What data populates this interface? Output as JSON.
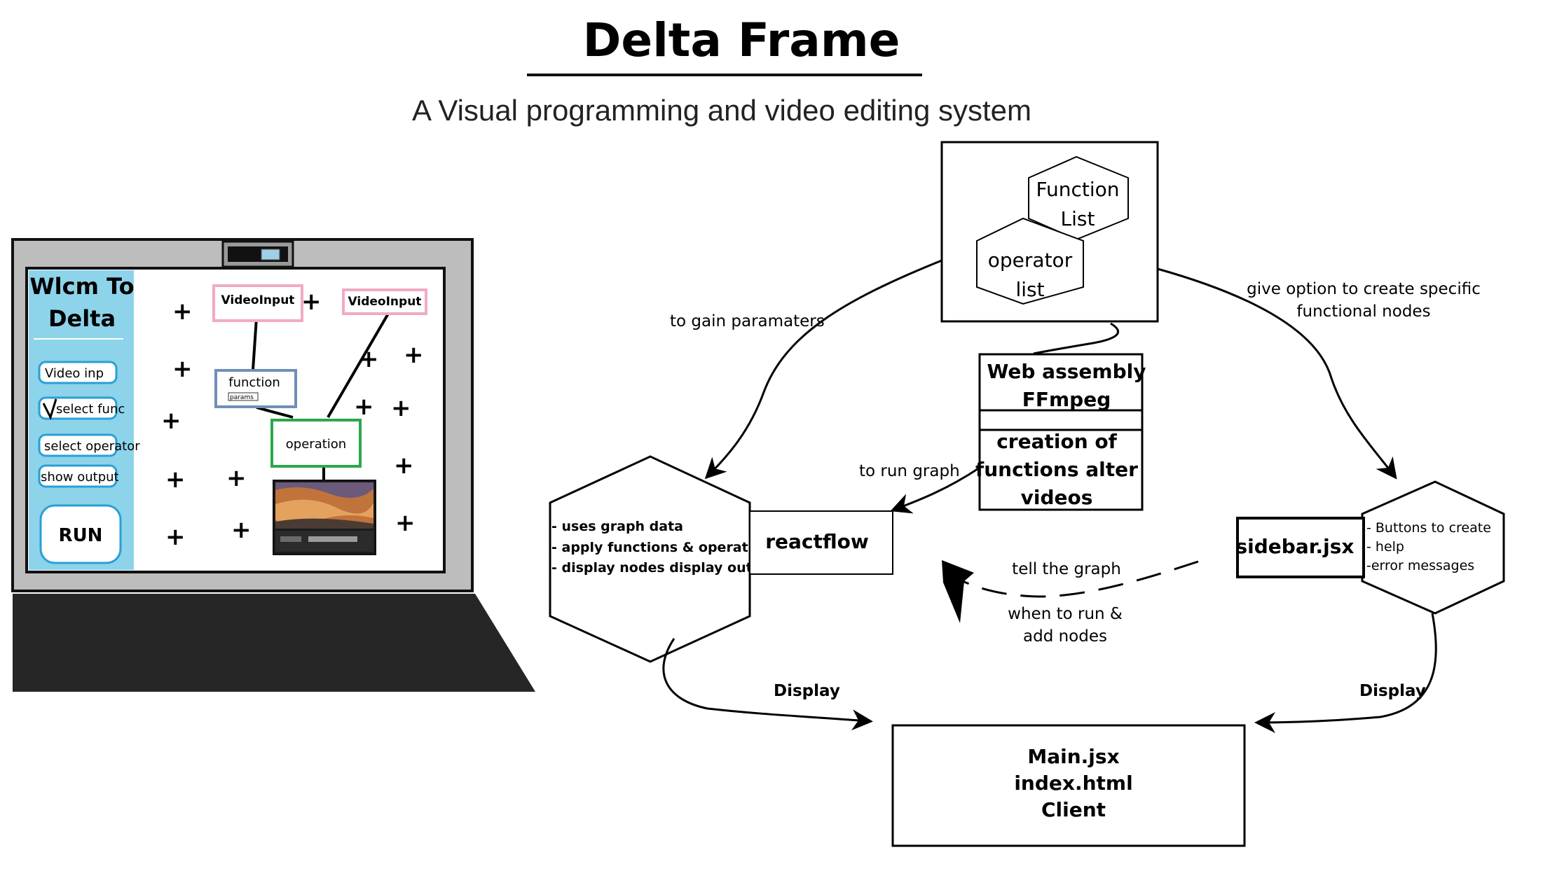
{
  "header": {
    "title": "Delta Frame",
    "subtitle": "A Visual programming and video editing system"
  },
  "laptop": {
    "sidebar": {
      "title_line1": "Wlcm To",
      "title_line2": "Delta",
      "buttons": [
        "Video inp",
        "select func",
        "select operator",
        "show output"
      ],
      "run_label": "RUN"
    },
    "canvas": {
      "video_input_1": "VideoInput",
      "video_input_2": "VideoInput",
      "function_node": "function",
      "function_params": "params",
      "operation_node": "operation"
    }
  },
  "diagram": {
    "top_box": {
      "function_list_line1": "Function",
      "function_list_line2": "List",
      "operator_list_line1": "operator",
      "operator_list_line2": "list"
    },
    "wasm_box": {
      "line1": "Web assembly",
      "line2": "FFmpeg",
      "line3": "creation of",
      "line4": "functions alter",
      "line5": "videos"
    },
    "left_hex": {
      "lines": [
        "- uses graph data",
        "- apply functions & operators",
        "- display nodes display output"
      ]
    },
    "reactflow_label": "reactflow",
    "sidebar_box_label": "sidebar.jsx",
    "right_hex": {
      "lines": [
        "- Buttons to create",
        "- help",
        "-error messages"
      ]
    },
    "main_box": {
      "line1": "Main.jsx",
      "line2": "index.html",
      "line3": "Client"
    },
    "edge_labels": {
      "gain_params": "to gain paramaters",
      "give_option_line1": "give option to create specific",
      "give_option_line2": "functional nodes",
      "run_graph": "to run graph",
      "tell_graph": "tell the graph",
      "when_run_line1": "when to run &",
      "when_run_line2": "add nodes",
      "display_left": "Display",
      "display_right": "Display"
    }
  },
  "colors": {
    "sidebar_bg": "#8dd3ea",
    "laptop_frame": "#bdbdbd",
    "laptop_base": "#262626",
    "video_input_border": "#f2a9c7",
    "function_border": "#6f8fb8",
    "operation_border": "#2aa84a",
    "button_border": "#2a9fd6"
  }
}
